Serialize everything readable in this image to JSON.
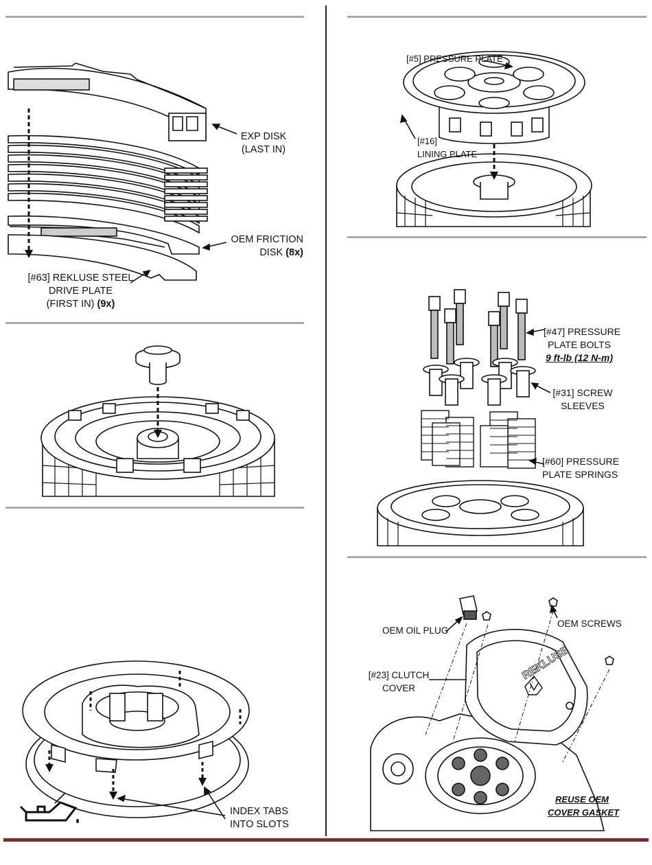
{
  "panels": {
    "clutch_pack": {
      "exp_disk": [
        "EXP DISK",
        "(LAST IN)"
      ],
      "oem_friction": [
        "OEM FRICTION",
        "DISK",
        "(8x)"
      ],
      "steel_plate": [
        "[#63] REKLUSE STEEL",
        "DRIVE PLATE",
        "(FIRST IN)",
        "(9x)"
      ]
    },
    "pressure_plate": {
      "pressure_plate": "[#5] PRESSURE PLATE",
      "lining_plate": [
        "[#16]",
        "LINING PLATE"
      ]
    },
    "bolts": {
      "bolts": [
        "[#47] PRESSURE",
        "PLATE BOLTS",
        "9 ft-lb (12 N-m)"
      ],
      "sleeves": [
        "[#31] SCREW",
        "SLEEVES"
      ],
      "springs": [
        "[#60] PRESSURE",
        "PLATE SPRINGS"
      ]
    },
    "basket": {
      "index_tabs": [
        "INDEX TABS",
        "INTO SLOTS"
      ]
    },
    "cover": {
      "oil_plug": "OEM OIL PLUG",
      "screws": "OEM SCREWS",
      "clutch_cover": [
        "[#23] CLUTCH",
        "COVER"
      ],
      "gasket": [
        "REUSE OEM",
        "COVER GASKET"
      ],
      "logo": "REKLUSE"
    }
  },
  "colors": {
    "divider": "#a9a9a9",
    "footer_bar": "#7a2b2b"
  }
}
